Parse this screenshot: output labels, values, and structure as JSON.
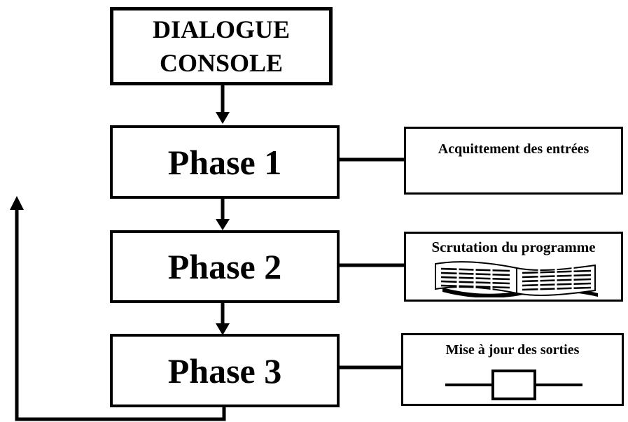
{
  "dialogue": {
    "line1": "DIALOGUE",
    "line2": "CONSOLE"
  },
  "phases": [
    {
      "label": "Phase 1"
    },
    {
      "label": "Phase 2"
    },
    {
      "label": "Phase 3"
    }
  ],
  "actions": [
    {
      "label": "Acquittement des entrées"
    },
    {
      "label": "Scrutation du programme",
      "icon": "program-listing-icon"
    },
    {
      "label": "Mise à jour des sorties",
      "icon": "relay-output-icon"
    }
  ],
  "colors": {
    "line": "#000000",
    "background": "#ffffff"
  }
}
